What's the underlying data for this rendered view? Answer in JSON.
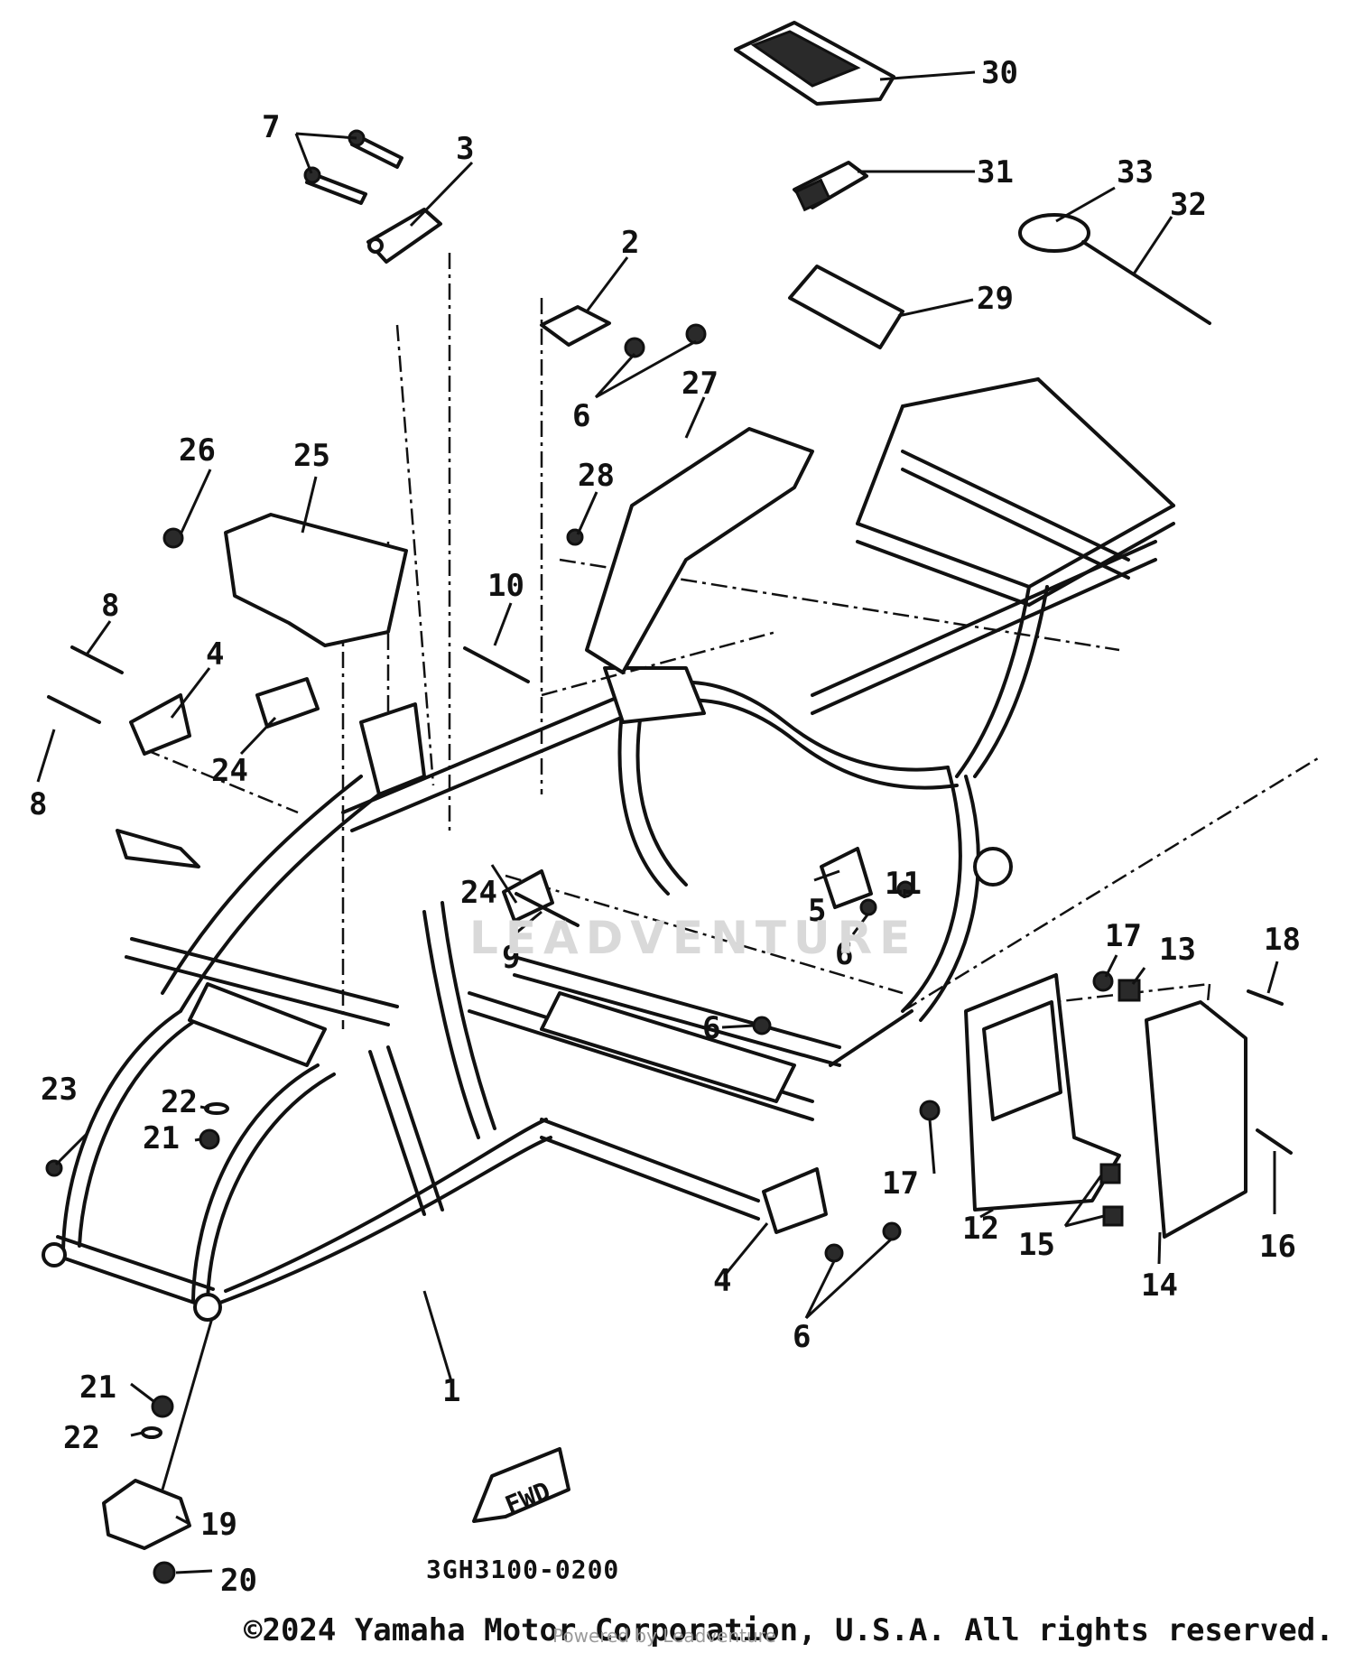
{
  "diagram": {
    "drawing_code": "3GH3100-0200",
    "fwd_label": "FWD",
    "callouts": {
      "c1": "1",
      "c2": "2",
      "c3": "3",
      "c4a": "4",
      "c4b": "4",
      "c5": "5",
      "c6a": "6",
      "c6b": "6",
      "c6c": "6",
      "c6d": "6",
      "c7": "7",
      "c8a": "8",
      "c8b": "8",
      "c9": "9",
      "c10": "10",
      "c11": "11",
      "c12": "12",
      "c13": "13",
      "c14": "14",
      "c15": "15",
      "c16": "16",
      "c17a": "17",
      "c17b": "17",
      "c18": "18",
      "c19": "19",
      "c20": "20",
      "c21a": "21",
      "c21b": "21",
      "c22a": "22",
      "c22b": "22",
      "c23": "23",
      "c24a": "24",
      "c24b": "24",
      "c25": "25",
      "c26": "26",
      "c27": "27",
      "c28": "28",
      "c29": "29",
      "c30": "30",
      "c31": "31",
      "c32": "32",
      "c33": "33"
    }
  },
  "footer": {
    "copyright": "©2024 Yamaha Motor Corporation, U.S.A. All rights reserved.",
    "powered_by": "Powered by Leadventure"
  },
  "watermark": {
    "text": "LEADVENTURE"
  }
}
